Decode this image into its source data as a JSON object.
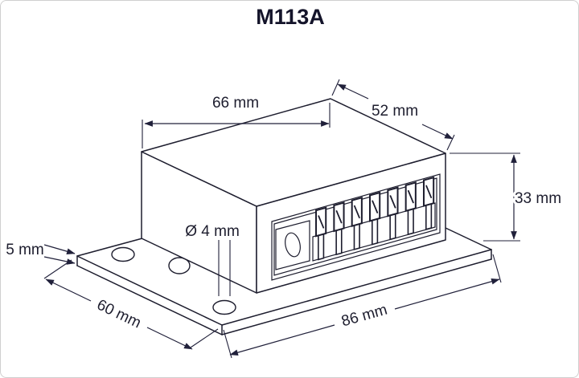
{
  "title": "M113A",
  "dimensions": {
    "top_length": "66 mm",
    "top_width": "52 mm",
    "height": "33 mm",
    "base_thickness": "5 mm",
    "base_width": "60 mm",
    "base_length": "86 mm",
    "hole_diameter": "Ø 4 mm"
  },
  "colors": {
    "line": "#1d1d2e",
    "background": "#ffffff",
    "frame_border": "#cfcfcf"
  }
}
